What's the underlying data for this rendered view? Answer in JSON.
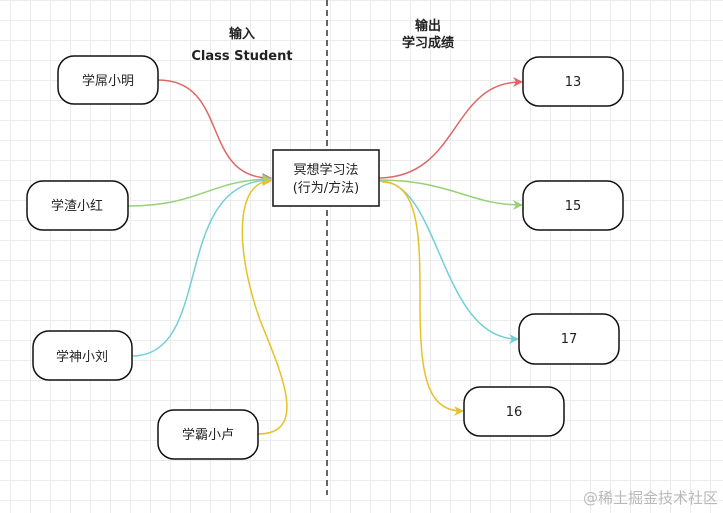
{
  "header": {
    "input_title": "输入",
    "input_subtitle": "Class Student",
    "output_title": "输出",
    "output_subtitle": "学习成绩"
  },
  "center": {
    "line1": "冥想学习法",
    "line2": "(行为/方法)"
  },
  "inputs": [
    {
      "id": "xiaoming",
      "label": "学屌小明",
      "color": "#e06666"
    },
    {
      "id": "xiaohong",
      "label": "学渣小红",
      "color": "#97d077"
    },
    {
      "id": "xiaoliu",
      "label": "学神小刘",
      "color": "#73cfd6"
    },
    {
      "id": "xiaolu",
      "label": "学霸小卢",
      "color": "#e6c229"
    }
  ],
  "outputs": [
    {
      "id": "out-13",
      "label": "13",
      "color": "#e06666"
    },
    {
      "id": "out-15",
      "label": "15",
      "color": "#97d077"
    },
    {
      "id": "out-17",
      "label": "17",
      "color": "#73cfd6"
    },
    {
      "id": "out-16",
      "label": "16",
      "color": "#e6c229"
    }
  ],
  "watermark": "@稀土掘金技术社区"
}
